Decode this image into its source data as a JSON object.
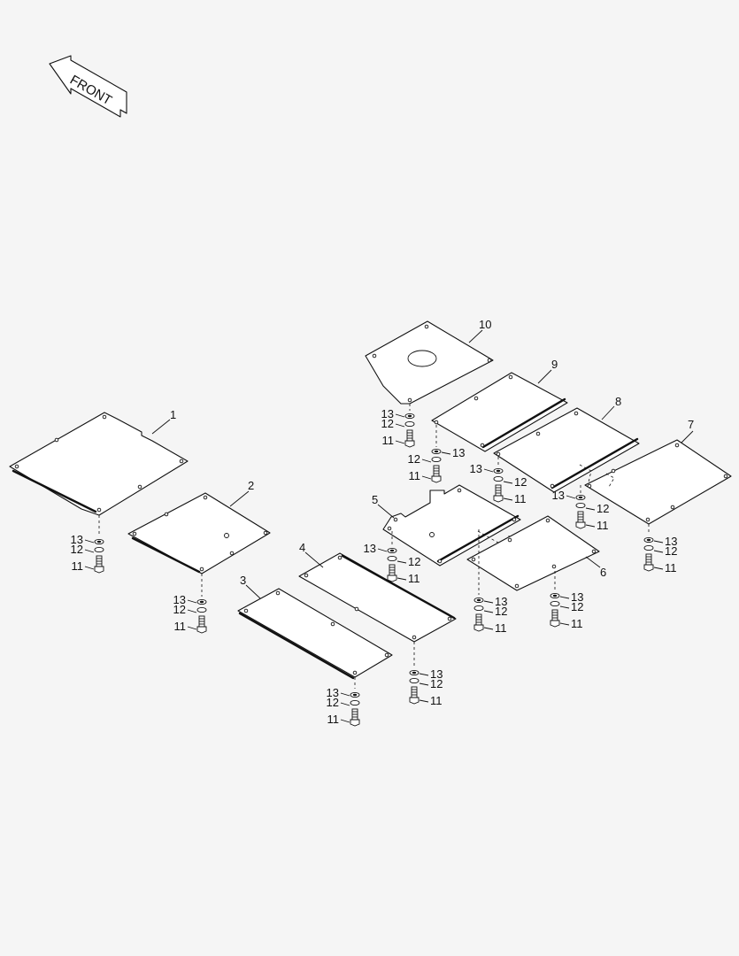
{
  "front_arrow": {
    "text": "FRONT"
  },
  "callouts": {
    "c1": "1",
    "c2": "2",
    "c3": "3",
    "c4": "4",
    "c5": "5",
    "c6": "6",
    "c7": "7",
    "c8": "8",
    "c9": "9",
    "c10": "10"
  },
  "fastener_labels": {
    "bolt": "11",
    "lock_washer": "12",
    "washer": "13"
  }
}
